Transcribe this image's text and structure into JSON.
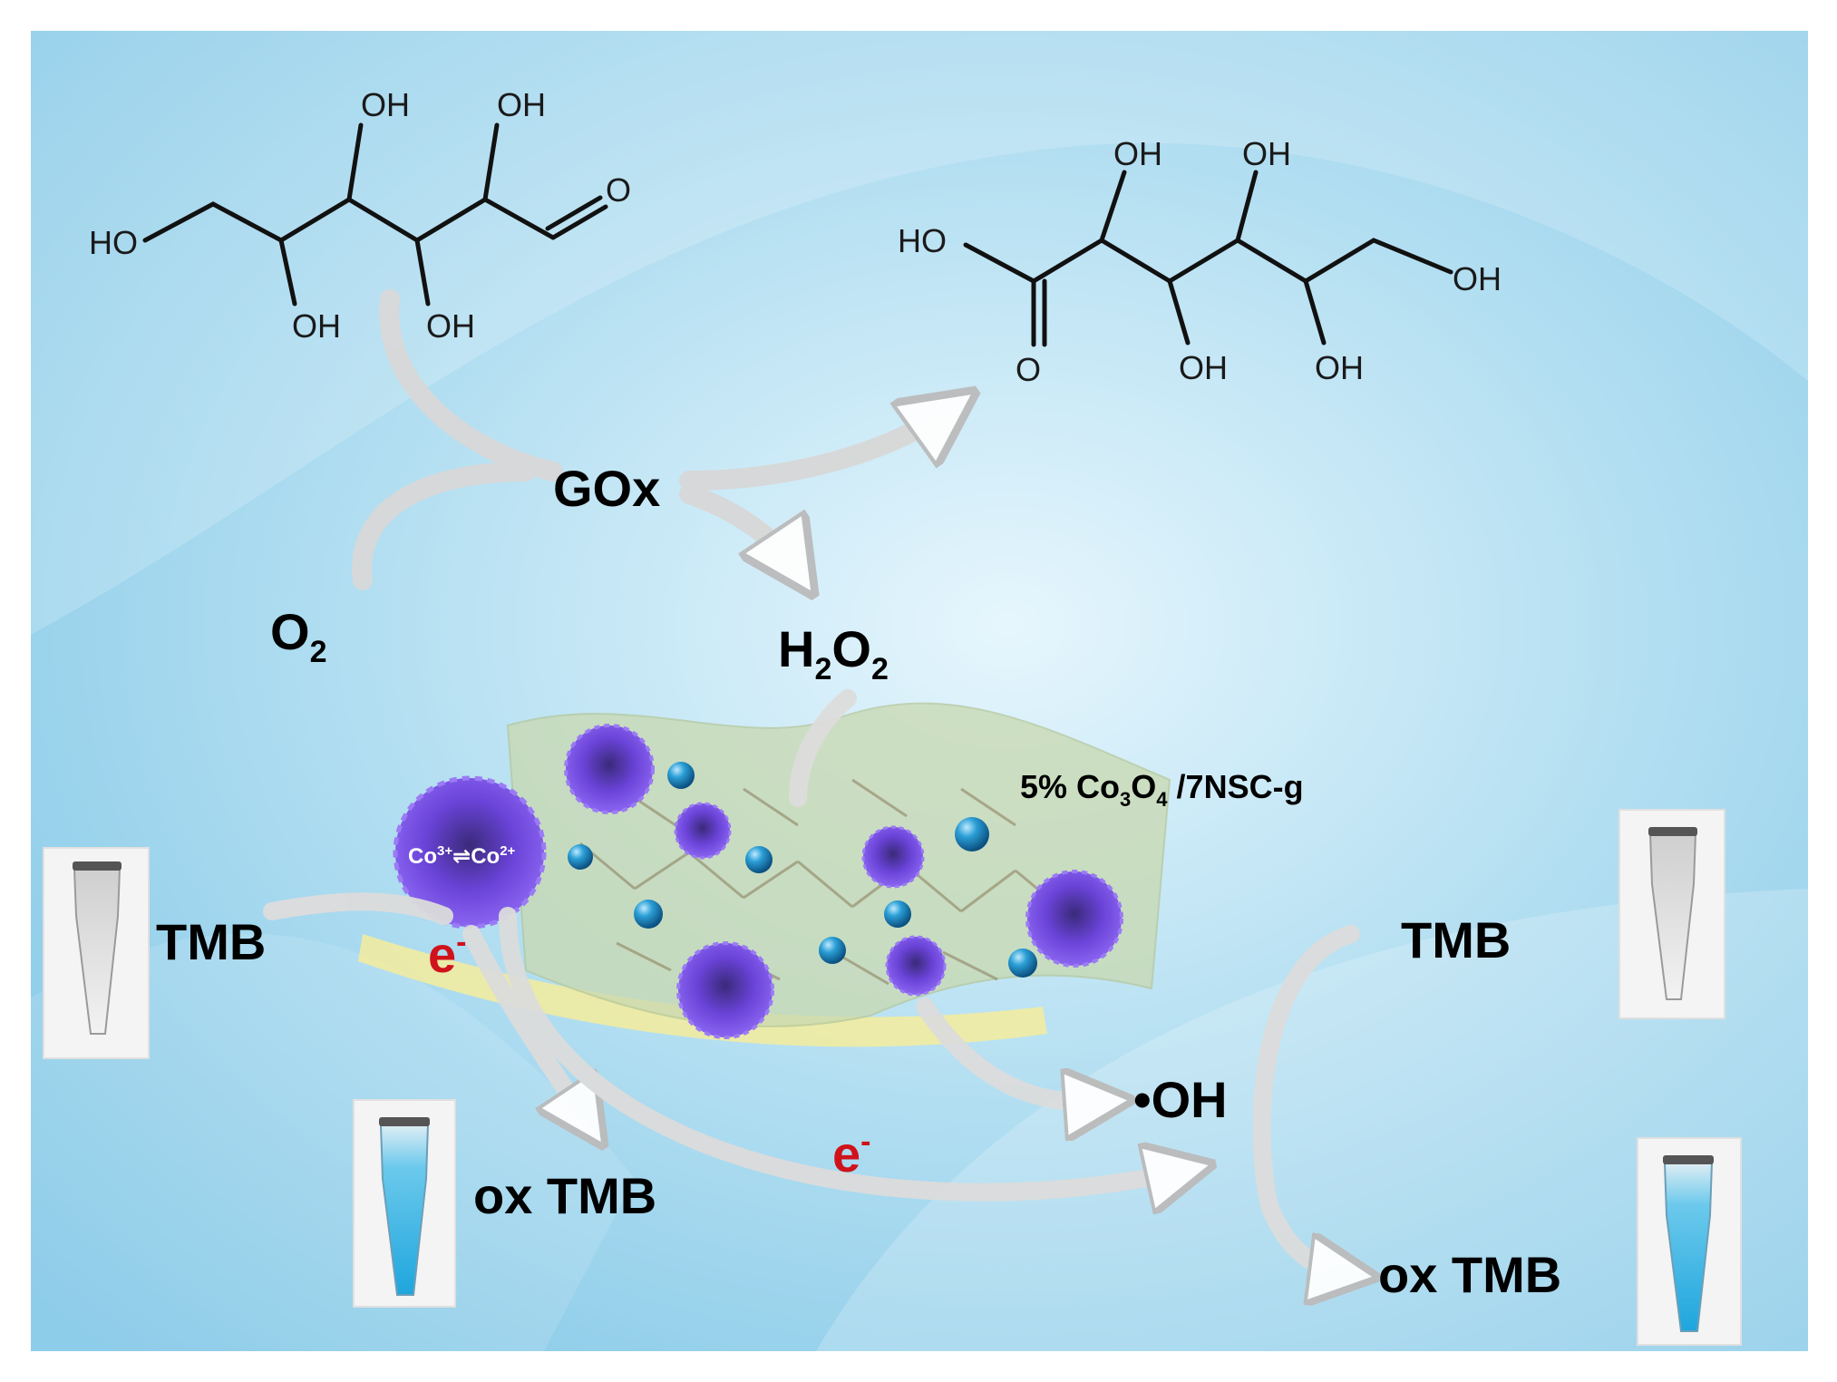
{
  "molecules": {
    "glucose": {
      "atoms": {
        "ho_end": "HO",
        "oh_top1": "OH",
        "oh_top2": "OH",
        "aldehyde_o": "O",
        "oh_bottom1": "OH",
        "oh_bottom2": "OH"
      }
    },
    "gluconic_acid": {
      "atoms": {
        "ho_acid": "HO",
        "oh_top1": "OH",
        "oh_top2": "OH",
        "oh_end": "OH",
        "carbonyl_o": "O",
        "oh_bottom1": "OH",
        "oh_bottom2": "OH"
      }
    }
  },
  "labels": {
    "enzyme": "GOx",
    "o2": {
      "main": "O",
      "sub": "2"
    },
    "h2o2": {
      "a": "H",
      "a_sub": "2",
      "b": "O",
      "b_sub": "2"
    },
    "catalyst": {
      "prefix": "5% Co",
      "sub1": "3",
      "mid": "O",
      "sub2": "4",
      "suffix": " /7NSC-g"
    },
    "co_ions": {
      "a": "Co",
      "a_sup": "3+",
      "sep": "⇌",
      "b": "Co",
      "b_sup": "2+"
    },
    "tmb_left": "TMB",
    "tmb_right": "TMB",
    "ox_tmb_left": "ox TMB",
    "ox_tmb_right": "ox TMB",
    "electron_1": {
      "main": "e",
      "sup": "-"
    },
    "electron_2": {
      "main": "e",
      "sup": "-"
    },
    "hydroxyl": "•OH"
  },
  "colors": {
    "background": "#a7d8ef",
    "electron": "#d0121b",
    "nanoflower": "#6b3fd4",
    "sphere": "#1c8fc4",
    "sheet": "#c9d9b0",
    "yellow_band": "#f4ec9c",
    "tmb_solution": "#3cb8e6"
  }
}
